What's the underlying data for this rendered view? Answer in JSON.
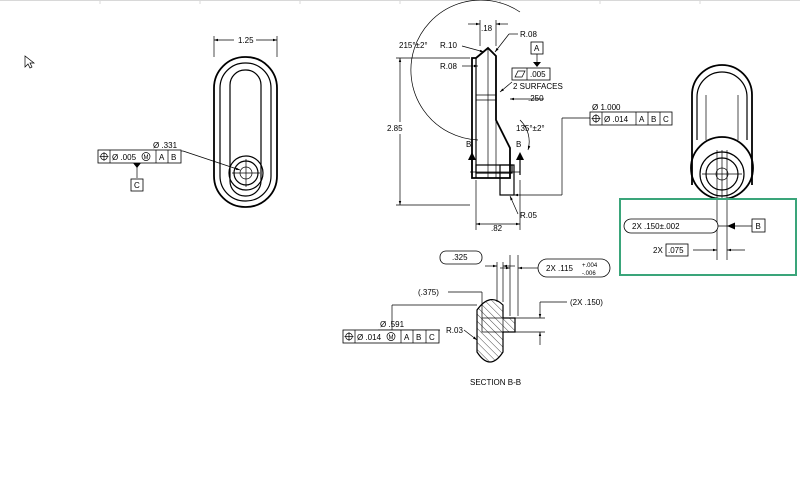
{
  "callouts": {
    "width_125": "1.25",
    "dia_331": "Ø .331",
    "fcf_left_tol": "Ø .005",
    "fcf_left_mod": "M",
    "fcf_left_a": "A",
    "fcf_left_b": "B",
    "datum_c": "C",
    "dim_18": ".18",
    "angle_215": "215°±2°",
    "r_08_top": "R.08",
    "r_10": "R.10",
    "r_08_left": "R.08",
    "datum_a": "A",
    "flat_tol": ".005",
    "two_surfaces": "2 SURFACES",
    "dim_250": ".250",
    "dia_1000": "Ø 1.000",
    "fcf_right_tol": "Ø .014",
    "fcf_right_a": "A",
    "fcf_right_b": "B",
    "fcf_right_c": "C",
    "height_285": "2.85",
    "angle_135": "135°±2°",
    "section_b_left": "B",
    "section_b_right": "B",
    "r_05": "R.05",
    "width_82": ".82",
    "dim_325": ".325",
    "tol_2x_115": "2X .115",
    "tol_upper": "+.004",
    "tol_lower": "-.006",
    "dim_375": "(.375)",
    "dim_2x_150_ref": "(2X .150)",
    "dia_591": "Ø .591",
    "fcf_bottom_tol": "Ø .014",
    "fcf_bottom_mod": "M",
    "fcf_bottom_a": "A",
    "fcf_bottom_b": "B",
    "fcf_bottom_c": "C",
    "r_03": "R.03",
    "section_label": "SECTION B-B",
    "slot_2x_150": "2X .150±.002",
    "slot_datum_b": "B",
    "slot_2x": "2X",
    "slot_075": ".075"
  },
  "highlight_color": "#3aa57a",
  "icons": [
    "mouse-cursor-icon",
    "position-symbol-icon",
    "flatness-symbol-icon",
    "max-material-icon"
  ]
}
